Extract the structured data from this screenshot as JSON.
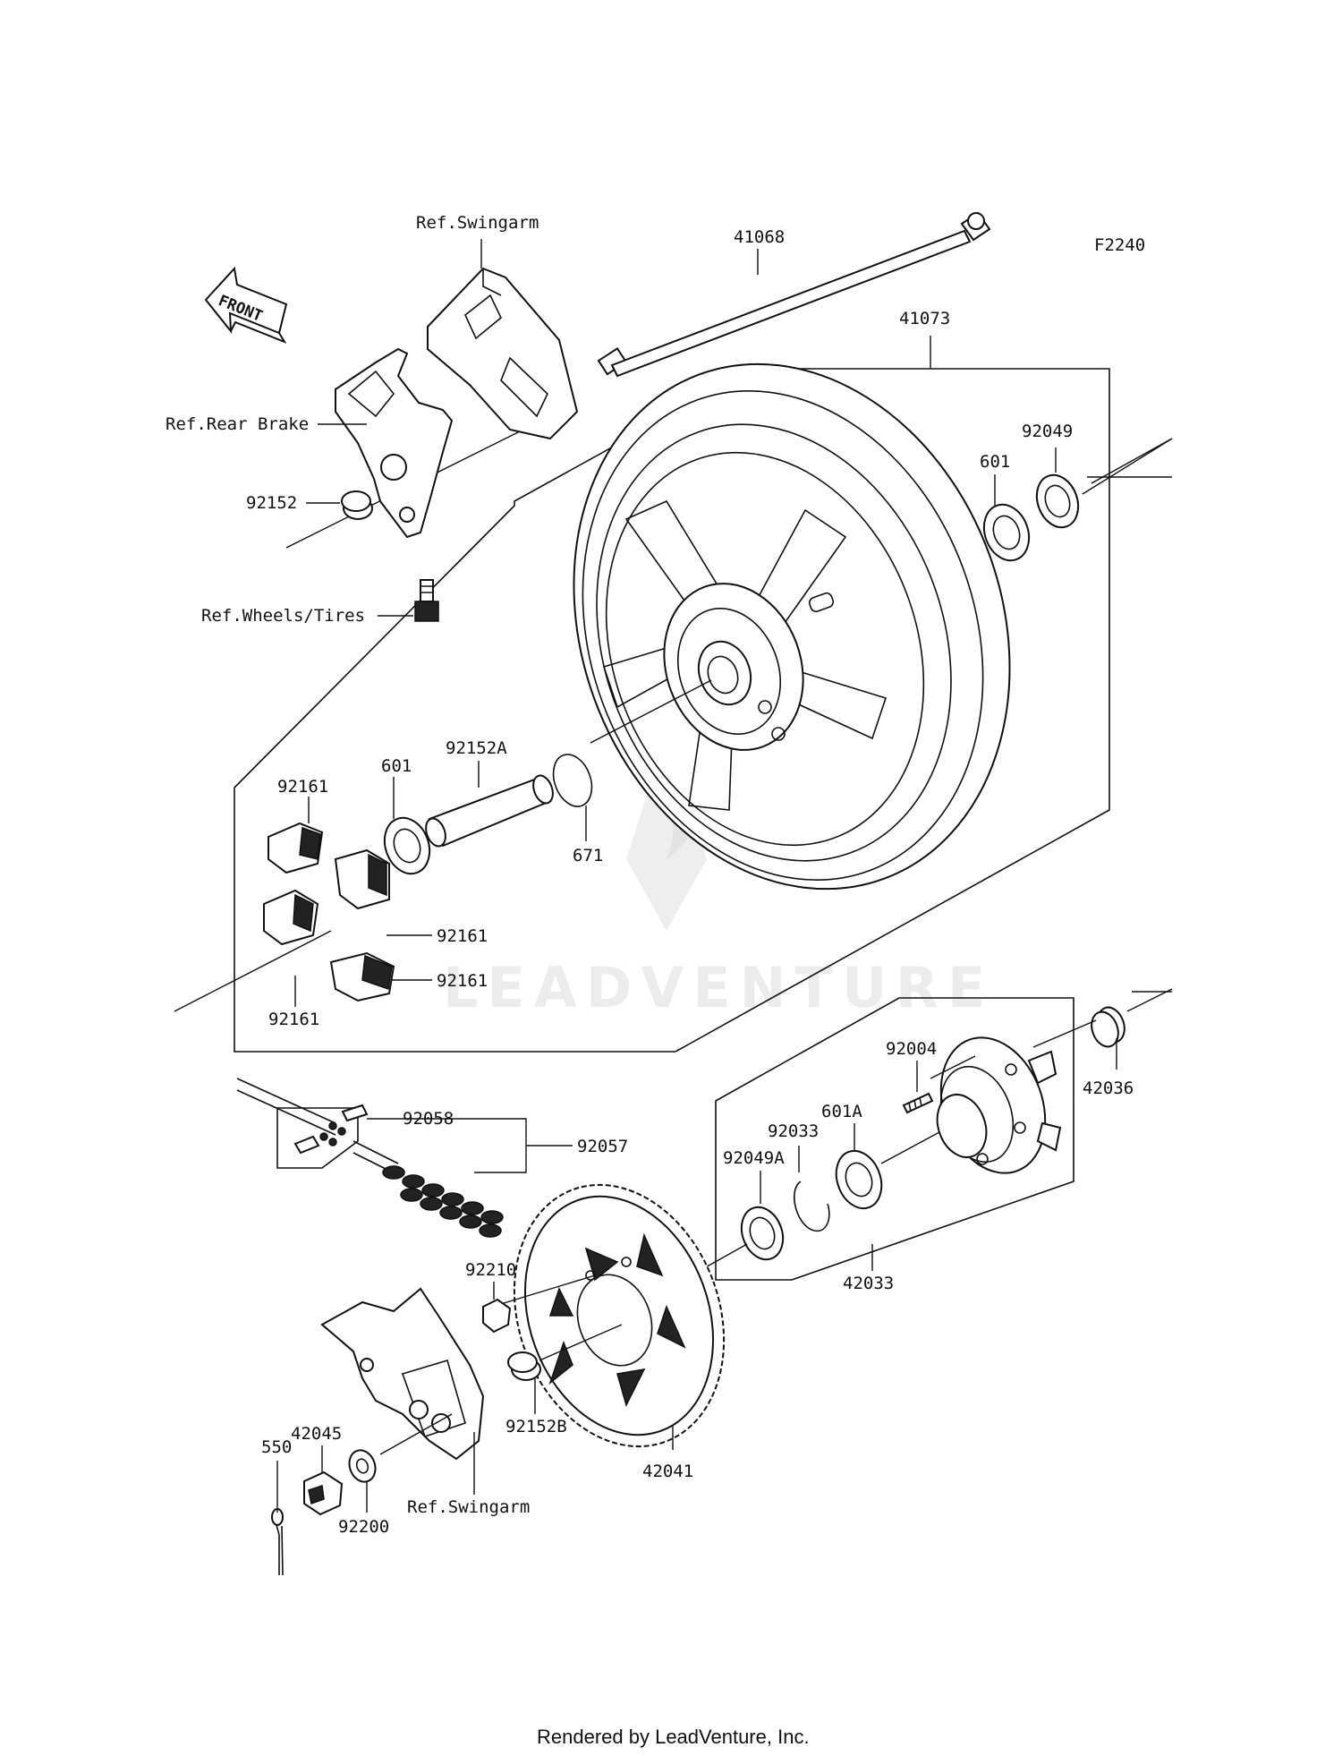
{
  "diagram_id": "F2240",
  "front_label": "FRONT",
  "footer": "Rendered by LeadVenture, Inc.",
  "watermark": "LEADVENTURE",
  "labels": {
    "ref_swingarm_top": "Ref.Swingarm",
    "p41068": "41068",
    "p41073": "41073",
    "p92049": "92049",
    "p601_right": "601",
    "ref_rear_brake": "Ref.Rear Brake",
    "p92152": "92152",
    "ref_wheels_tires": "Ref.Wheels/Tires",
    "p92161_a": "92161",
    "p601_left": "601",
    "p92152A": "92152A",
    "p671": "671",
    "p92161_b": "92161",
    "p92161_c": "92161",
    "p92161_d": "92161",
    "p42036": "42036",
    "p92004": "92004",
    "p601A": "601A",
    "p92033": "92033",
    "p92049A": "92049A",
    "p92058": "92058",
    "p92057": "92057",
    "p42033": "42033",
    "p92210": "92210",
    "p92152B": "92152B",
    "p42041": "42041",
    "p42045": "42045",
    "p550": "550",
    "ref_swingarm_bottom": "Ref.Swingarm",
    "p92200": "92200"
  }
}
